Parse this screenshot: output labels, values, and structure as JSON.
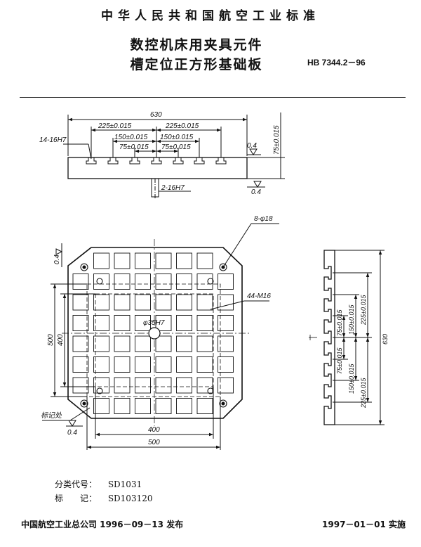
{
  "header": {
    "standard_title": "中华人民共和国航空工业标准"
  },
  "doc": {
    "title_line1": "数控机床用夹具元件",
    "title_line2": "槽定位正方形基础板",
    "standard_code": "HB 7344.2－96"
  },
  "drawing": {
    "top_view": {
      "overall_width": "630",
      "dim_225_a": "225±0.015",
      "dim_225_b": "225±0.015",
      "dim_150_a": "150±0.015",
      "dim_150_b": "150±0.015",
      "dim_75_a": "75±0.015",
      "dim_75_b": "75±0.015",
      "slot_spec": "14-16H7",
      "bottom_slot": "2-16H7",
      "side_dim": "75±0.015",
      "flatness_a": "0.4",
      "flatness_b": "0.4"
    },
    "plan_view": {
      "holes": "8-φ18",
      "tapped": "44-M16",
      "center_bore": "φ35H7",
      "dim_500_v": "500",
      "dim_400_v": "400",
      "dim_400_h": "400",
      "dim_500_h": "500",
      "mark_label": "标记处",
      "flat_left": "0.4",
      "flat_bottom": "0.4"
    },
    "side_view": {
      "dim_630": "630",
      "dim_225_top": "225±0.015",
      "dim_150_top": "150±0.015",
      "dim_75_top": "75±0.015",
      "dim_75_bot": "75±0.015",
      "dim_150_bot": "150±0.015",
      "dim_225_bot": "225±0.015"
    }
  },
  "meta": {
    "class_label": "分类代号：",
    "class_value": "SD1031",
    "mark_label": "标　　记：",
    "mark_value": "SD103120"
  },
  "footer": {
    "issuer": "中国航空工业总公司 1996－09－13 发布",
    "effective": "1997－01－01 实施"
  }
}
